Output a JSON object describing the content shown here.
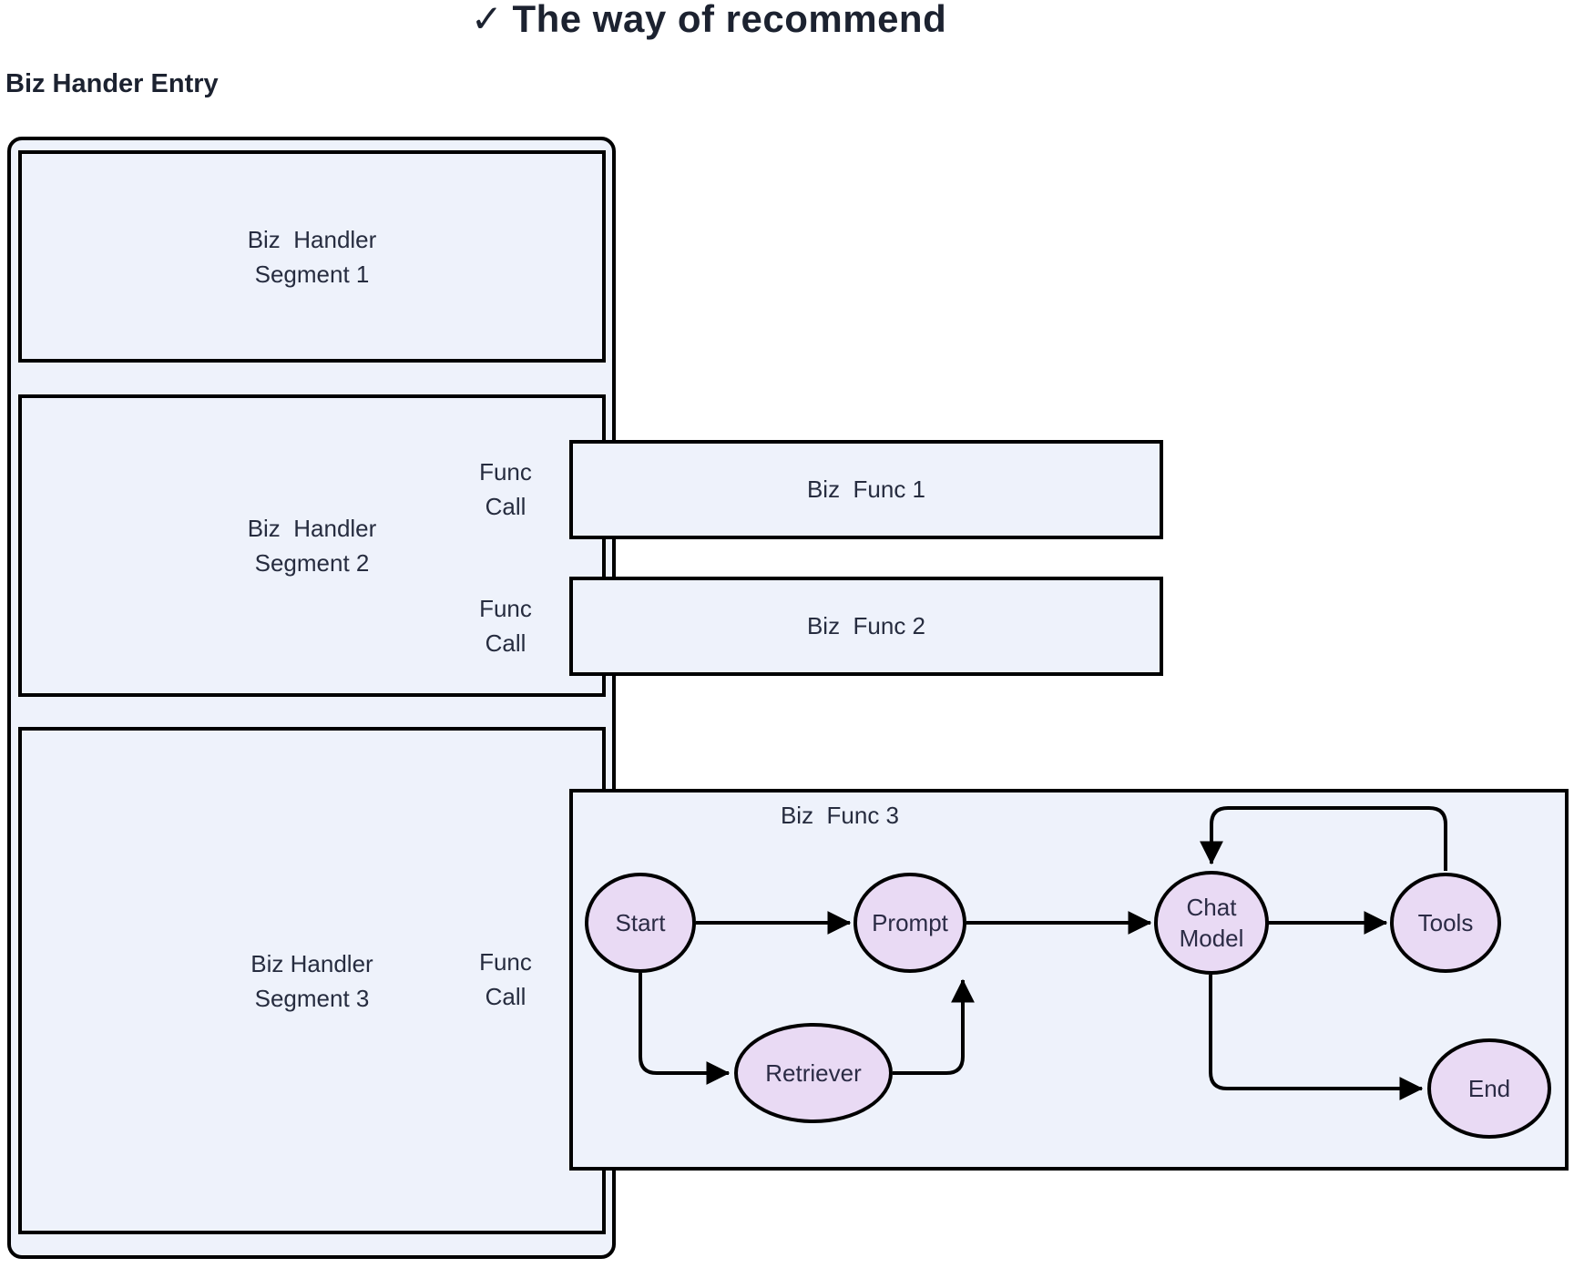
{
  "title": {
    "check": "✓",
    "text": "The way of recommend"
  },
  "entry_label": "Biz Hander Entry",
  "segments": [
    {
      "line1": "Biz  Handler",
      "line2": "Segment 1"
    },
    {
      "line1": "Biz  Handler",
      "line2": "Segment 2"
    },
    {
      "line1": "Biz Handler",
      "line2": "Segment 3"
    }
  ],
  "func_call_labels": [
    {
      "line1": "Func",
      "line2": "Call"
    },
    {
      "line1": "Func",
      "line2": "Call"
    },
    {
      "line1": "Func",
      "line2": "Call"
    }
  ],
  "func_boxes": [
    {
      "label": "Biz  Func 1"
    },
    {
      "label": "Biz  Func 2"
    },
    {
      "label": "Biz  Func 3"
    }
  ],
  "flow": {
    "nodes": [
      {
        "id": "start",
        "label": "Start"
      },
      {
        "id": "prompt",
        "label": "Prompt"
      },
      {
        "id": "chat-model",
        "line1": "Chat",
        "line2": "Model"
      },
      {
        "id": "tools",
        "label": "Tools"
      },
      {
        "id": "retriever",
        "label": "Retriever"
      },
      {
        "id": "end",
        "label": "End"
      }
    ],
    "edges": [
      {
        "from": "Start",
        "to": "Prompt"
      },
      {
        "from": "Prompt",
        "to": "Chat Model"
      },
      {
        "from": "Chat Model",
        "to": "Tools"
      },
      {
        "from": "Tools",
        "to": "Chat Model"
      },
      {
        "from": "Start",
        "to": "Retriever"
      },
      {
        "from": "Retriever",
        "to": "Prompt"
      },
      {
        "from": "Chat Model",
        "to": "End"
      }
    ]
  },
  "colors": {
    "background": "#FFFFFF",
    "box_fill": "#EEF2FB",
    "node_fill": "#E9DAF4",
    "border": "#000000",
    "text": "#262C3F"
  }
}
